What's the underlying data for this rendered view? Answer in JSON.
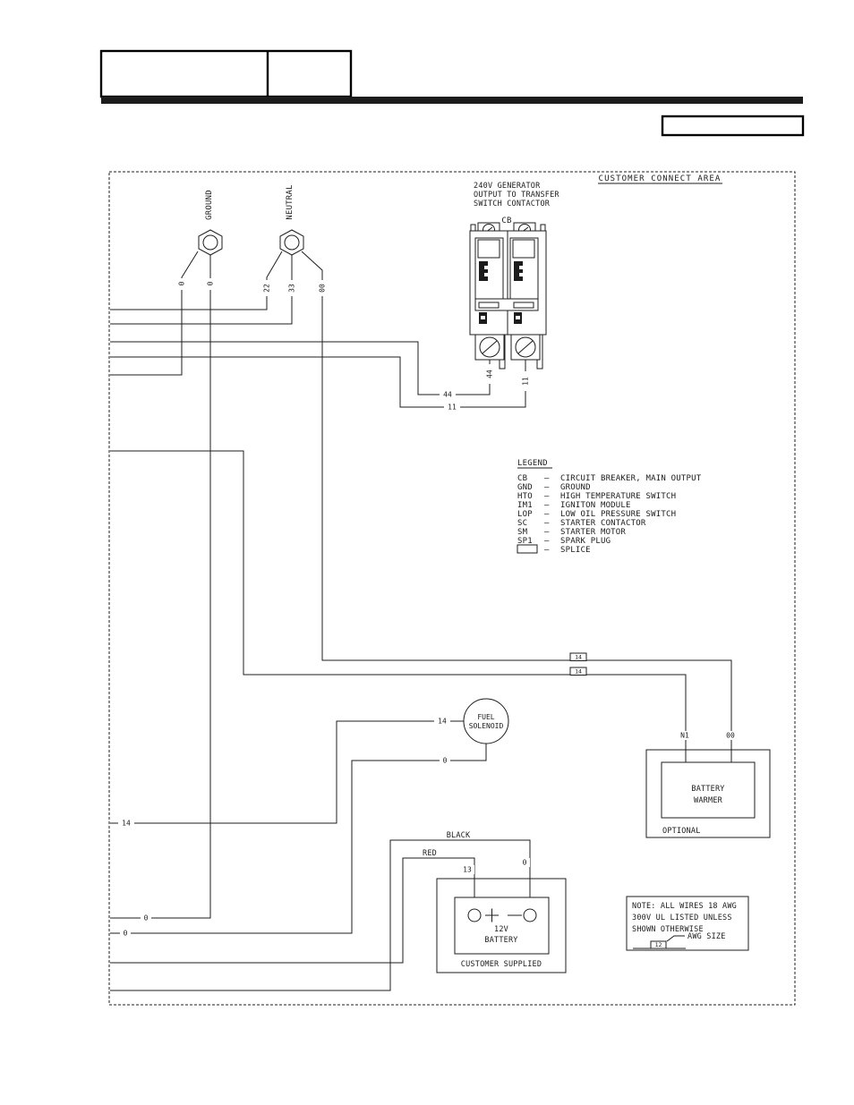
{
  "colors": {
    "ink": "#1c1c1c",
    "paper": "#ffffff"
  },
  "diagram": {
    "customer_connect_area": "CUSTOMER CONNECT AREA",
    "cb": {
      "note_line1": "240V GENERATOR",
      "note_line2": "OUTPUT TO TRANSFER",
      "note_line3": "SWITCH CONTACTOR",
      "label": "CB"
    },
    "terminals": {
      "ground": "GROUND",
      "neutral": "NEUTRAL"
    },
    "wires": {
      "gnd_a": "0",
      "gnd_b": "0",
      "neu_22": "22",
      "neu_33": "33",
      "neu_00": "00",
      "cb_44_vert": "44",
      "cb_11_vert": "11",
      "cb_44": "44",
      "cb_11": "11",
      "splice_a": "14",
      "splice_b": "14",
      "sol_in": "14",
      "sol_out": "0",
      "warmer_n1": "N1",
      "warmer_00": "00",
      "left_14": "14",
      "left_0a": "0",
      "left_0b": "0",
      "black": "BLACK",
      "red": "RED",
      "bat_13": "13",
      "bat_0": "0"
    },
    "legend": {
      "title": "LEGEND",
      "dash": "–",
      "entries": [
        {
          "abbr": "CB",
          "desc": "CIRCUIT BREAKER, MAIN OUTPUT"
        },
        {
          "abbr": "GND",
          "desc": "GROUND"
        },
        {
          "abbr": "HTO",
          "desc": "HIGH TEMPERATURE SWITCH"
        },
        {
          "abbr": "IM1",
          "desc": "IGNITON MODULE"
        },
        {
          "abbr": "LOP",
          "desc": "LOW OIL PRESSURE SWITCH"
        },
        {
          "abbr": "SC",
          "desc": "STARTER CONTACTOR"
        },
        {
          "abbr": "SM",
          "desc": "STARTER MOTOR"
        },
        {
          "abbr": "SP1",
          "desc": "SPARK PLUG"
        }
      ],
      "splice_desc": "SPLICE"
    },
    "fuel_solenoid": {
      "line1": "FUEL",
      "line2": "SOLENOID"
    },
    "battery_warmer": {
      "line1": "BATTERY",
      "line2": "WARMER",
      "optional": "OPTIONAL"
    },
    "battery": {
      "line1": "12V",
      "line2": "BATTERY",
      "supplied": "CUSTOMER SUPPLIED"
    },
    "note": {
      "line1": "NOTE: ALL WIRES 18 AWG",
      "line2": "300V UL LISTED UNLESS",
      "line3": "SHOWN OTHERWISE",
      "awg_size": "AWG SIZE",
      "awg_num": "12"
    }
  }
}
